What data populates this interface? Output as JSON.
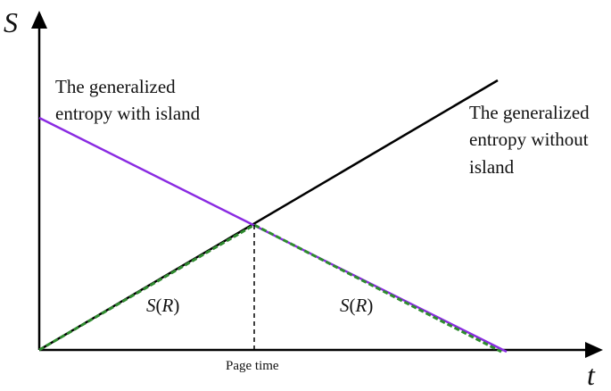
{
  "axes": {
    "y_label": "S",
    "x_label": "t"
  },
  "annotations": {
    "with_island_line1": "The generalized",
    "with_island_line2": "entropy with island",
    "without_island_line1": "The generalized",
    "without_island_line2": "entropy without",
    "without_island_line3": "island"
  },
  "labels": {
    "sr_left": {
      "S": "S",
      "open": "(",
      "R": "R",
      "close": ")"
    },
    "sr_right": {
      "S": "S",
      "open": "(",
      "R": "R",
      "close": ")"
    },
    "page_time": "Page time"
  },
  "colors": {
    "axes": "#000000",
    "without_island": "#000000",
    "with_island": "#8a2be2",
    "page_curve": "#2e8b2e",
    "page_time_marker": "#000000"
  }
}
